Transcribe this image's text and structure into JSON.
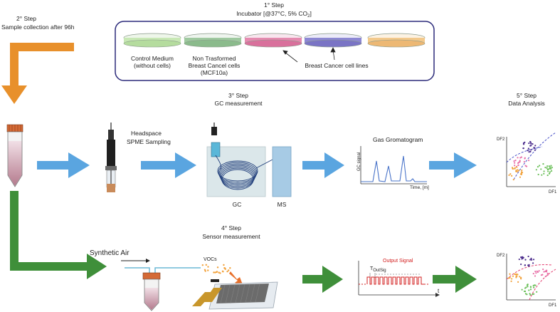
{
  "step1": {
    "title": "1° Step",
    "subtitle_main": "Incubator [@37°C, 5% CO",
    "subtitle_sub": "2",
    "subtitle_end": "]"
  },
  "dishes": {
    "control": "Control Medium\n(without cells)",
    "non_transformed": "Non Trasformed\nBreast Cancel cells\n(MCF10a)",
    "cancer_lines": "Breast Cancer cell lines",
    "colors": [
      "#c8e8b5",
      "#9fc9a0",
      "#e58bb0",
      "#8d88d4",
      "#f3c98c"
    ]
  },
  "step2": {
    "title": "2° Step",
    "subtitle": "Sample collection after 96h"
  },
  "step3": {
    "title": "3° Step",
    "subtitle": "GC measurement"
  },
  "headspace": {
    "line1": "Headspace",
    "line2": "SPME Sampling"
  },
  "gc": {
    "gc_label": "GC",
    "ms_label": "MS"
  },
  "chromatogram": {
    "title": "Gas Gromatogram",
    "ylabel": "GC signal",
    "xlabel": "Time, [m]"
  },
  "step5": {
    "title": "5° Step",
    "subtitle": "Data Analysis",
    "df1": "DF1",
    "df2": "DF2"
  },
  "step4": {
    "title": "4° Step",
    "subtitle": "Sensor measurement"
  },
  "sensor": {
    "synthetic_air": "Synthetic Air",
    "vocs": "VOCs"
  },
  "output_signal": {
    "title": "Output Signal",
    "period_main": "T",
    "period_sub": "OutSig",
    "t_label": "t"
  },
  "colors": {
    "blue_arrow": "#5aa5e0",
    "orange_arrow": "#e8902b",
    "green_arrow": "#3f8f3a",
    "incubator_border": "#2b2a7a",
    "signal": "#d32020",
    "scatter_purple": "#4b2c8c",
    "scatter_pink": "#e86fa7",
    "scatter_orange": "#f2a23b",
    "scatter_green": "#6bbf59"
  }
}
